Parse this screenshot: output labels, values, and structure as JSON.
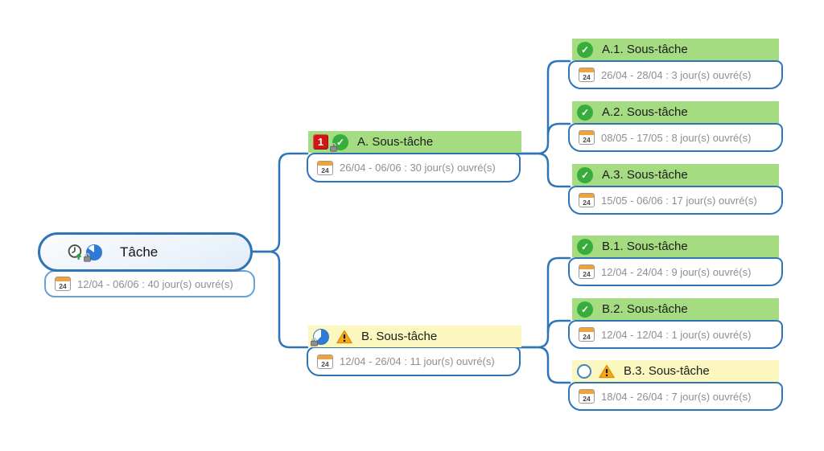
{
  "labels": {
    "calendar": "24",
    "priority": "1"
  },
  "colors": {
    "edge": "#2E75B6",
    "node_done_fill": "#A5DB81",
    "node_warning_fill": "#FBF7BE",
    "root_fill": "#E8F1FA",
    "date_text": "#8F8F8F",
    "check_green": "#38AD3C",
    "priority_red": "#CF1717",
    "warning_orange": "#F8A81C",
    "pie_blue": "#2E7BD6"
  },
  "root": {
    "title": "Tâche",
    "dates": "12/04 - 06/06 : 40 jour(s) ouvré(s)",
    "icons": [
      "clock-up-icon",
      "progress-pie-icon",
      "padlock-icon",
      "calendar-icon"
    ]
  },
  "nodes": [
    {
      "title": "A. Sous-tâche",
      "dates": "26/04 - 06/06 : 30 jour(s) ouvré(s)",
      "status": "done",
      "icons": [
        "priority-1-icon",
        "check-icon",
        "padlock-icon",
        "calendar-icon"
      ]
    },
    {
      "title": "B. Sous-tâche",
      "dates": "12/04 - 26/04 : 11 jour(s) ouvré(s)",
      "status": "warning",
      "icons": [
        "progress-pie-icon",
        "padlock-icon",
        "warning-icon",
        "calendar-icon"
      ]
    },
    {
      "title": "A.1. Sous-tâche",
      "dates": "26/04 - 28/04 : 3 jour(s) ouvré(s)",
      "status": "done",
      "icons": [
        "check-icon",
        "calendar-icon"
      ]
    },
    {
      "title": "A.2. Sous-tâche",
      "dates": "08/05 - 17/05 : 8 jour(s) ouvré(s)",
      "status": "done",
      "icons": [
        "check-icon",
        "calendar-icon"
      ]
    },
    {
      "title": "A.3. Sous-tâche",
      "dates": "15/05 - 06/06 : 17 jour(s) ouvré(s)",
      "status": "done",
      "icons": [
        "check-icon",
        "calendar-icon"
      ]
    },
    {
      "title": "B.1. Sous-tâche",
      "dates": "12/04 - 24/04 : 9 jour(s) ouvré(s)",
      "status": "done",
      "icons": [
        "check-icon",
        "calendar-icon"
      ]
    },
    {
      "title": "B.2. Sous-tâche",
      "dates": "12/04 - 12/04 : 1 jour(s) ouvré(s)",
      "status": "done",
      "icons": [
        "check-icon",
        "calendar-icon"
      ]
    },
    {
      "title": "B.3. Sous-tâche",
      "dates": "18/04 - 26/04 : 7 jour(s) ouvré(s)",
      "status": "warning",
      "icons": [
        "empty-circle-icon",
        "warning-icon",
        "calendar-icon"
      ]
    }
  ]
}
